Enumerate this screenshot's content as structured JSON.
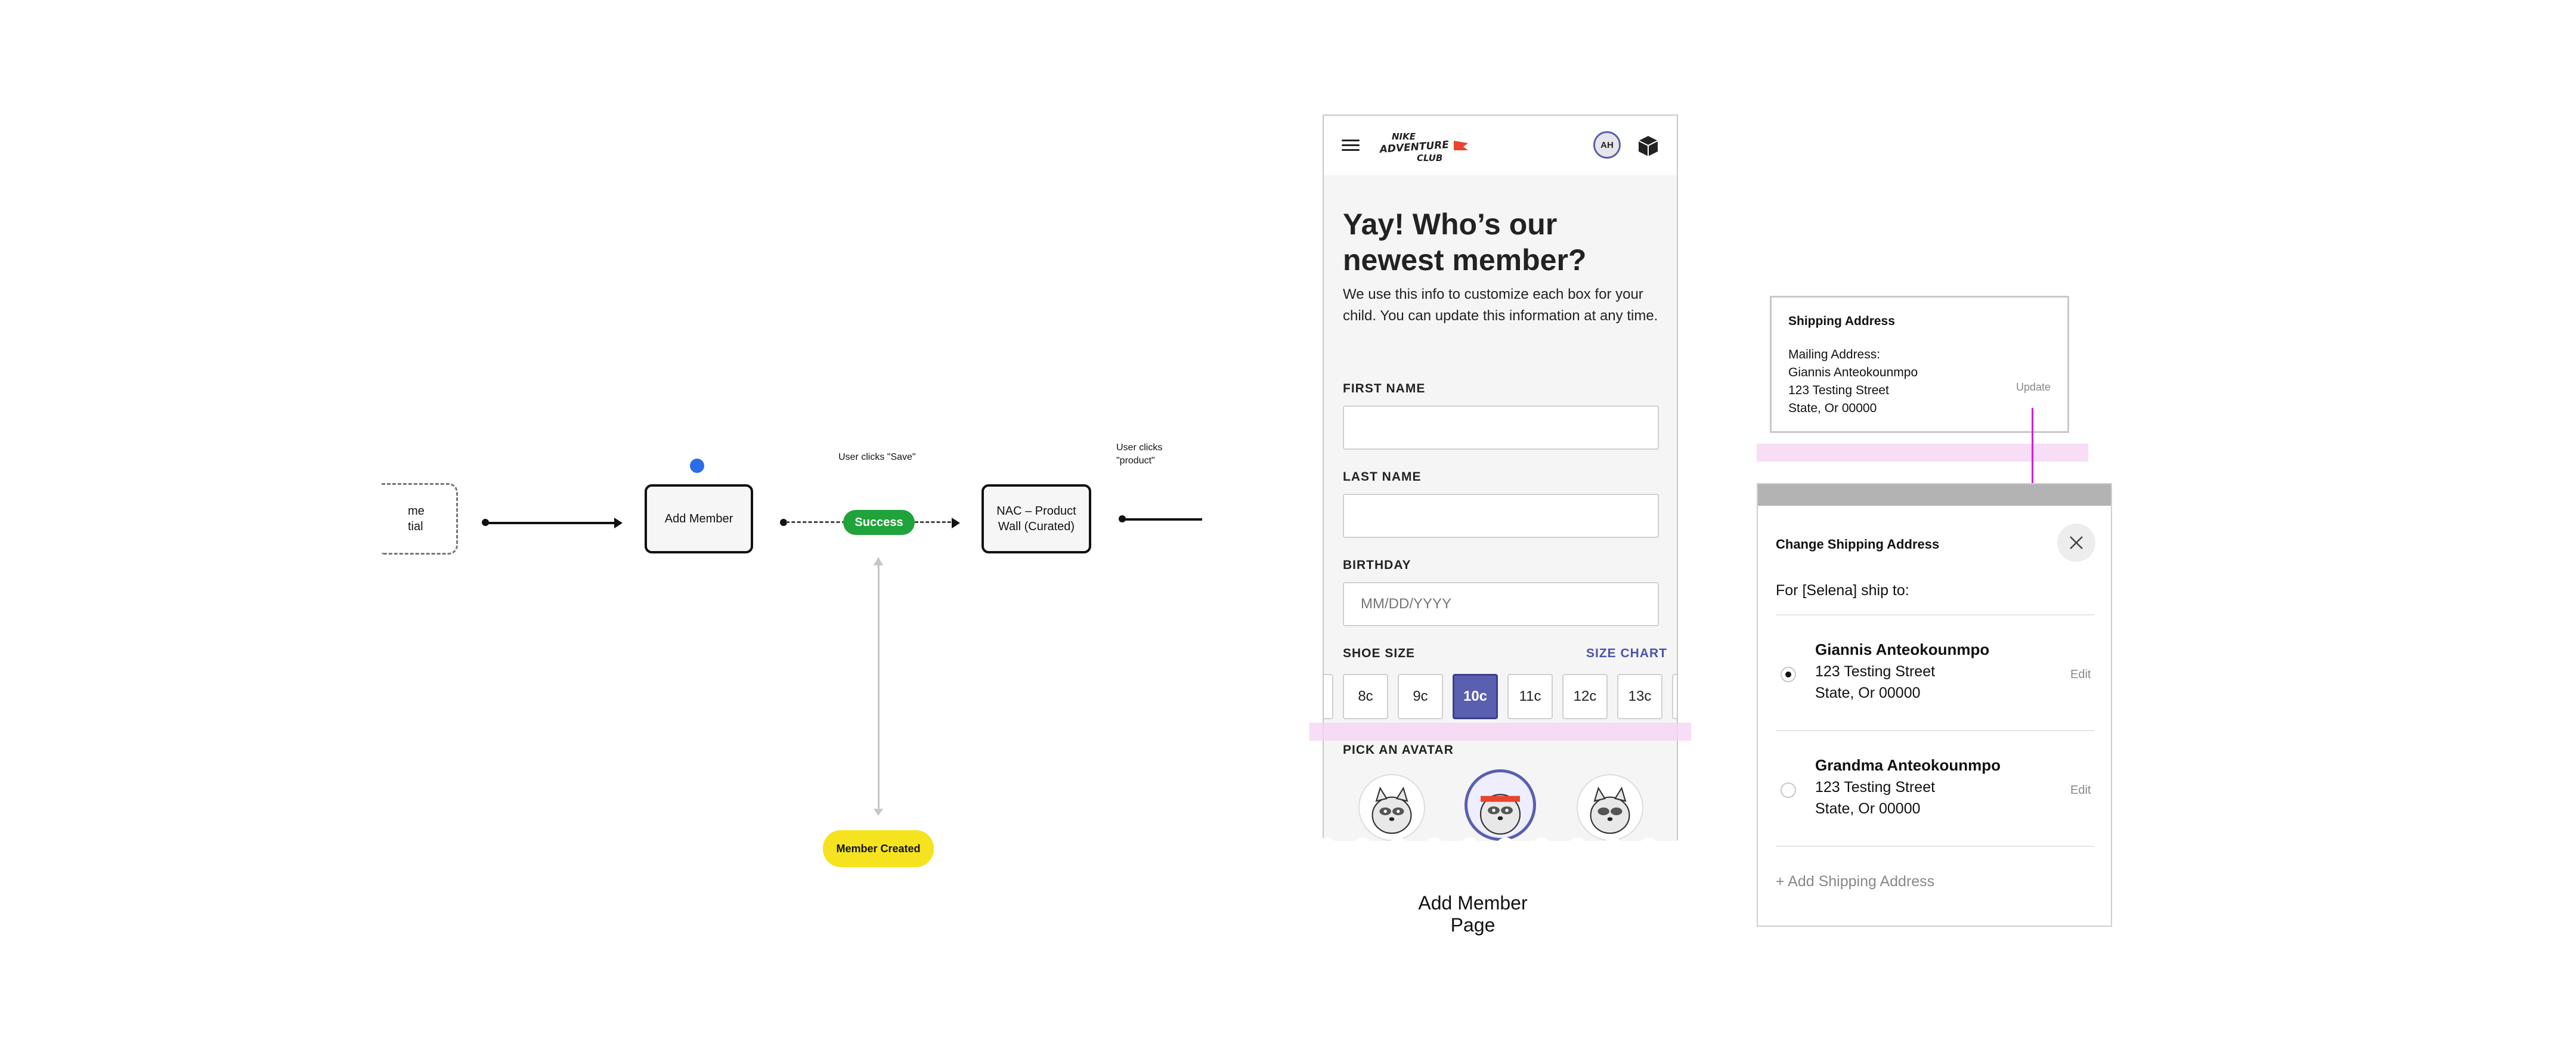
{
  "flow": {
    "partial_node_text": "me\ntial",
    "add_member": "Add Member",
    "success": "Success",
    "nac_node": "NAC – Product\nWall (Curated)",
    "member_created": "Member Created",
    "label_save": "User clicks \"Save\"",
    "label_product": "User clicks\n\"product\"",
    "colors": {
      "success": "#1fa33a",
      "member_created": "#f5e31f",
      "accent_dot": "#2b6de8"
    }
  },
  "mobile": {
    "avatar_initials": "AH",
    "logo_icon": "nike-adventure-club-logo",
    "heading": "Yay! Who’s our newest member?",
    "description": "We use this info to customize each box for your child. You can update this information at any time.",
    "first_name_label": "FIRST NAME",
    "last_name_label": "LAST NAME",
    "birthday_label": "BIRTHDAY",
    "birthday_placeholder": "MM/DD/YYYY",
    "shoe_size_label": "SHOE SIZE",
    "size_chart": "SIZE CHART",
    "sizes": [
      "8c",
      "9c",
      "10c",
      "11c",
      "12c",
      "13c"
    ],
    "selected_size": "10c",
    "pick_avatar_label": "PICK AN AVATAR",
    "accent_color": "#5a5fb0",
    "caption": "Add Member Page"
  },
  "shipping_card": {
    "title": "Shipping Address",
    "mailing_label": "Mailing Address:",
    "name": "Giannis Anteokounmpo",
    "street": "123 Testing Street",
    "city": "State, Or 00000",
    "update": "Update"
  },
  "modal": {
    "title": "Change Shipping Address",
    "close_icon": "close-icon",
    "subtitle": "For [Selena] ship to:",
    "addresses": [
      {
        "name": "Giannis Anteokounmpo",
        "street": "123 Testing Street",
        "city": "State, Or 00000",
        "edit": "Edit",
        "selected": true
      },
      {
        "name": "Grandma Anteokounmpo",
        "street": "123 Testing Street",
        "city": "State, Or 00000",
        "edit": "Edit",
        "selected": false
      }
    ],
    "add_address": "+ Add Shipping Address"
  }
}
